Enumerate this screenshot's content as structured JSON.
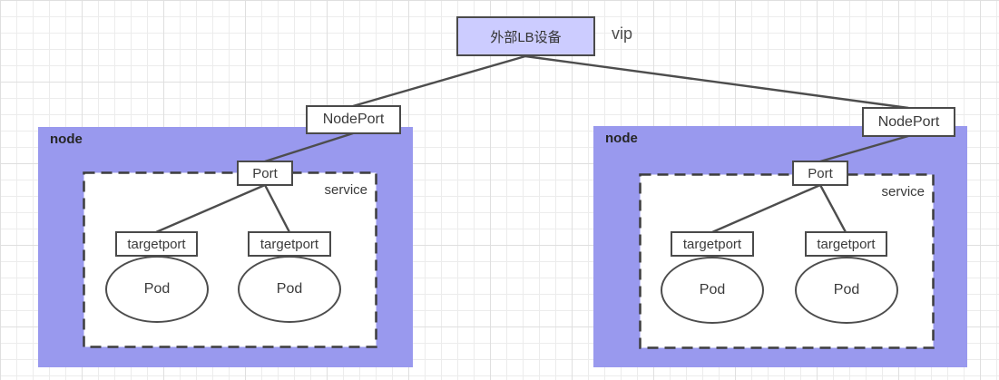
{
  "diagram": {
    "lb_label": "外部LB设备",
    "vip_label": "vip",
    "left": {
      "node_label": "node",
      "nodeport_label": "NodePort",
      "service_label": "service",
      "port_label": "Port",
      "targetport_labels": [
        "targetport",
        "targetport"
      ],
      "pod_labels": [
        "Pod",
        "Pod"
      ]
    },
    "right": {
      "node_label": "node",
      "nodeport_label": "NodePort",
      "service_label": "service",
      "port_label": "Port",
      "targetport_labels": [
        "targetport",
        "targetport"
      ],
      "pod_labels": [
        "Pod",
        "Pod"
      ]
    }
  },
  "colors": {
    "node_fill": "#9999ee",
    "lb_fill": "#ccccff",
    "shape_border": "#4a4a4a",
    "service_border": "#3d3d3d",
    "connector": "#4d4d4d",
    "text": "#3a3a3a",
    "grid_line_light": "#ececec",
    "grid_line_dark": "#dfdfdf"
  }
}
